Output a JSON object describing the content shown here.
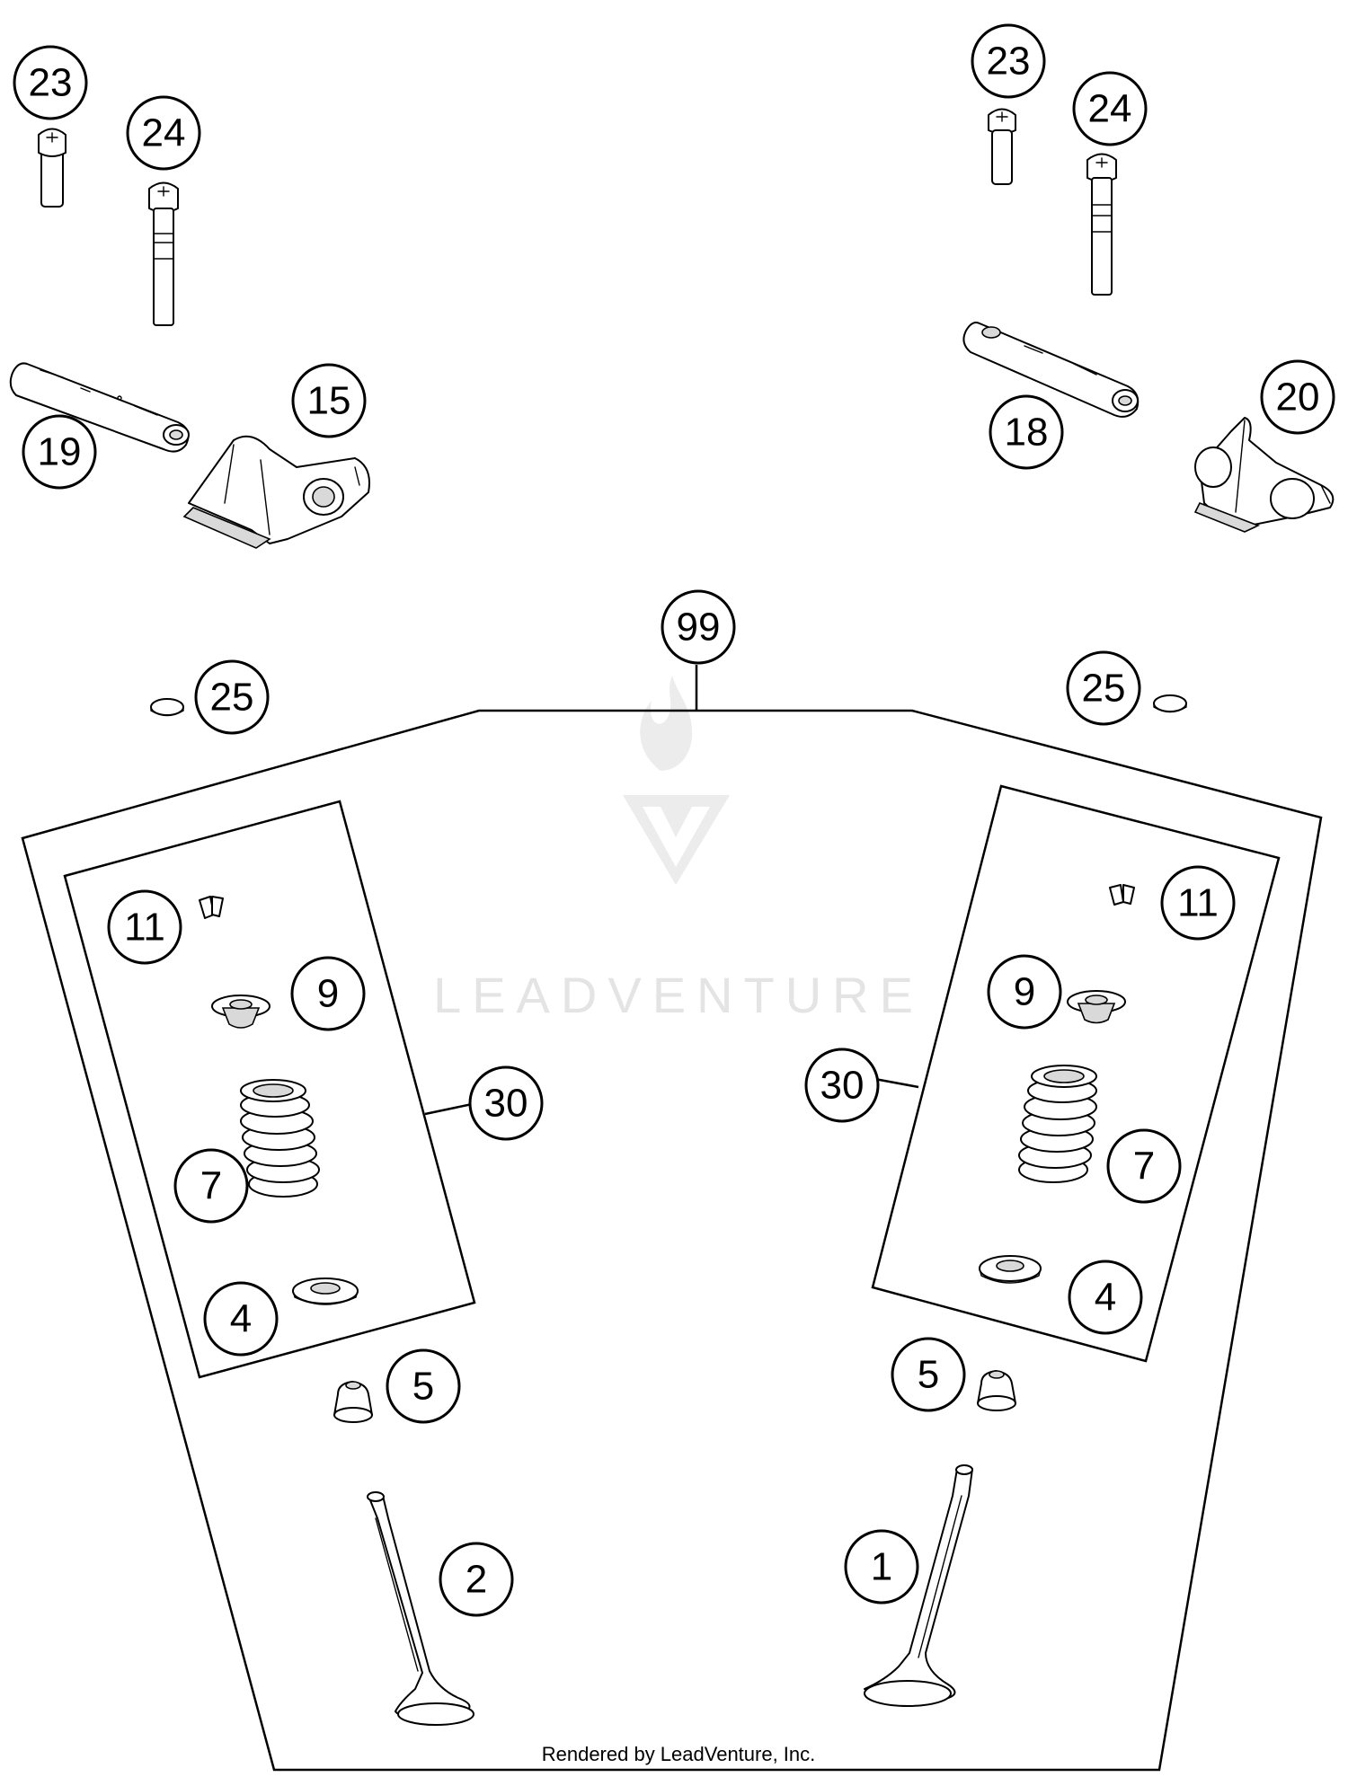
{
  "watermark": {
    "text": "LEADVENTURE"
  },
  "footer": {
    "text": "Rendered by LeadVenture, Inc."
  },
  "callouts": [
    {
      "id": "c23-left",
      "label": "23"
    },
    {
      "id": "c24-left",
      "label": "24"
    },
    {
      "id": "c19",
      "label": "19"
    },
    {
      "id": "c15",
      "label": "15"
    },
    {
      "id": "c23-right",
      "label": "23"
    },
    {
      "id": "c24-right",
      "label": "24"
    },
    {
      "id": "c18",
      "label": "18"
    },
    {
      "id": "c20",
      "label": "20"
    },
    {
      "id": "c99",
      "label": "99"
    },
    {
      "id": "c25-left",
      "label": "25"
    },
    {
      "id": "c25-right",
      "label": "25"
    },
    {
      "id": "c11-left",
      "label": "11"
    },
    {
      "id": "c9-left",
      "label": "9"
    },
    {
      "id": "c30-left",
      "label": "30"
    },
    {
      "id": "c7-left",
      "label": "7"
    },
    {
      "id": "c4-left",
      "label": "4"
    },
    {
      "id": "c5-left",
      "label": "5"
    },
    {
      "id": "c2",
      "label": "2"
    },
    {
      "id": "c11-right",
      "label": "11"
    },
    {
      "id": "c9-right",
      "label": "9"
    },
    {
      "id": "c30-right",
      "label": "30"
    },
    {
      "id": "c7-right",
      "label": "7"
    },
    {
      "id": "c4-right",
      "label": "4"
    },
    {
      "id": "c5-right",
      "label": "5"
    },
    {
      "id": "c1",
      "label": "1"
    }
  ]
}
